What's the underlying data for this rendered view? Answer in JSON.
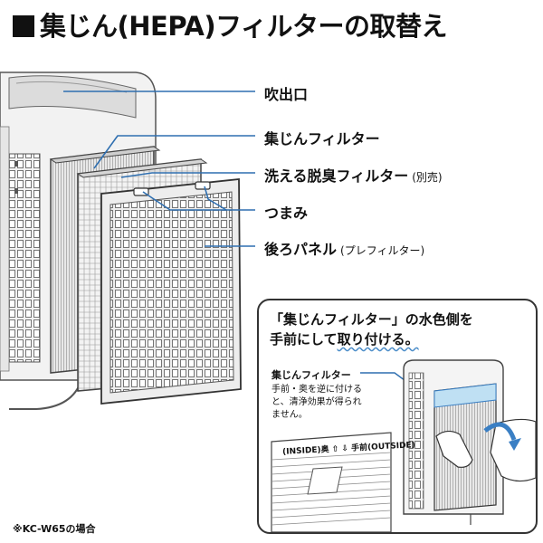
{
  "title": "集じん(HEPA)フィルターの取替え",
  "labels": {
    "outlet": "吹出口",
    "dust_filter": "集じんフィルター",
    "deodorizer": "洗える脱臭フィルター",
    "deodorizer_note": "(別売)",
    "knob": "つまみ",
    "back_panel": "後ろパネル",
    "back_panel_note": "(プレフィルター)"
  },
  "inset": {
    "line1": "「集じんフィルター」の水色側を",
    "line2_plain": "手前にして",
    "line2_wavy": "取り付ける。",
    "filter_label": "集じんフィルター",
    "desc": "手前・奥を逆に付ける\nと、清浄効果が得られ\nません。",
    "filter_sticker": "(INSIDE)奥 ⇧ ⇩ 手前(OUTSIDE)"
  },
  "model_note": "※KC-W65の場合",
  "colors": {
    "accent_blue": "#3a7fc4",
    "leader_blue": "#2f6fb0"
  }
}
